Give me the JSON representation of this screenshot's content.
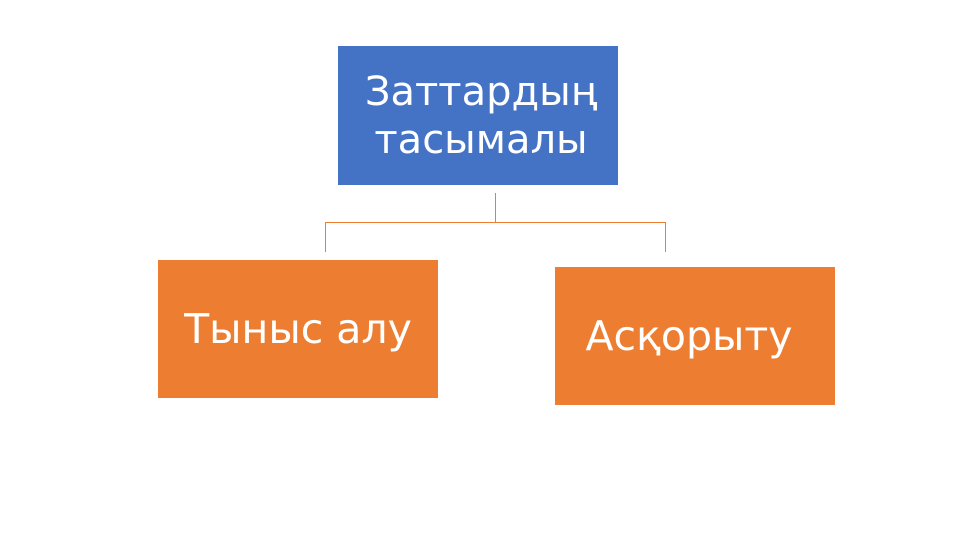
{
  "diagram": {
    "type": "hierarchy",
    "colors": {
      "root_fill": "#4472c4",
      "child_fill": "#ed7d31",
      "connector": "#ed7d31",
      "text": "#ffffff"
    },
    "root": {
      "label_line1": "Заттардың",
      "label_line2": "тасымалы"
    },
    "children": [
      {
        "label": "Тыныс алу"
      },
      {
        "label": "Асқорыту"
      }
    ]
  }
}
